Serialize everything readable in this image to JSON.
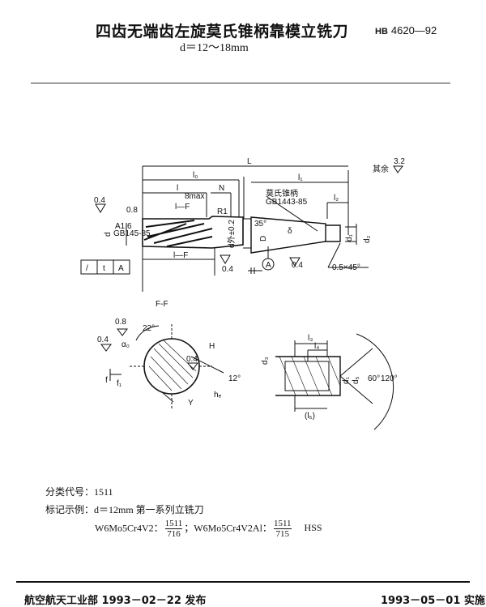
{
  "header": {
    "title": "四齿无端齿左旋莫氏锥柄靠模立铣刀",
    "std_prefix": "HB",
    "std_number": "4620—92",
    "subtitle": "d＝12～18mm"
  },
  "drawing_main": {
    "L": "L",
    "l0": "l₀",
    "l1": "l₁",
    "l": "l",
    "N": "N",
    "smax": "8max",
    "lF_top": "l—F",
    "lF_bottom": "l—F",
    "R1": "R1",
    "morse": "莫氏锥柄",
    "morse_std": "GB1443-85",
    "l2": "l₂",
    "rough_04a": "0.4",
    "rough_08": "0.8",
    "center": "A1.6",
    "center_std": "GB145-85",
    "d": "d",
    "tol": "d外±0.2",
    "angle35": "35°",
    "D": "D",
    "delta": "δ",
    "d1": "d₁",
    "d2": "d₂",
    "rough_04b": "0.4",
    "datum": "A",
    "rough_04c": "0.4",
    "chamfer": "0.5×45°",
    "rest": "其余",
    "rest_val": "3.2",
    "frame": [
      "/",
      "t",
      "A"
    ]
  },
  "drawing_section": {
    "title": "F-F",
    "r08": "0.8",
    "a22": "22°",
    "r04a": "0.4",
    "alpha": "α₀",
    "H": "H",
    "r04b": "0.4",
    "a12": "12°",
    "f": "f",
    "f1": "f₁",
    "Y": "Y",
    "he": "hₑ"
  },
  "drawing_detail": {
    "l3": "l₃",
    "l4": "l₄",
    "d3": "d₃",
    "d1": "d₁",
    "d5": "d₅",
    "a60": "60°",
    "a120": "120°",
    "l5": "(l₅)"
  },
  "body": {
    "class_code": "分类代号：1511",
    "example_label": "标记示例：d＝12mm 第一系列立铣刀",
    "mat1": "W6Mo5Cr4V2：",
    "frac1_num": "1511",
    "frac1_den": "716",
    "sep": "；W6Mo5Cr4V2Al：",
    "frac2_num": "1511",
    "frac2_den": "715",
    "hss": "HSS"
  },
  "footer": {
    "issued": "航空航天工业部 1993－02－22 发布",
    "effective": "1993－05－01 实施"
  }
}
